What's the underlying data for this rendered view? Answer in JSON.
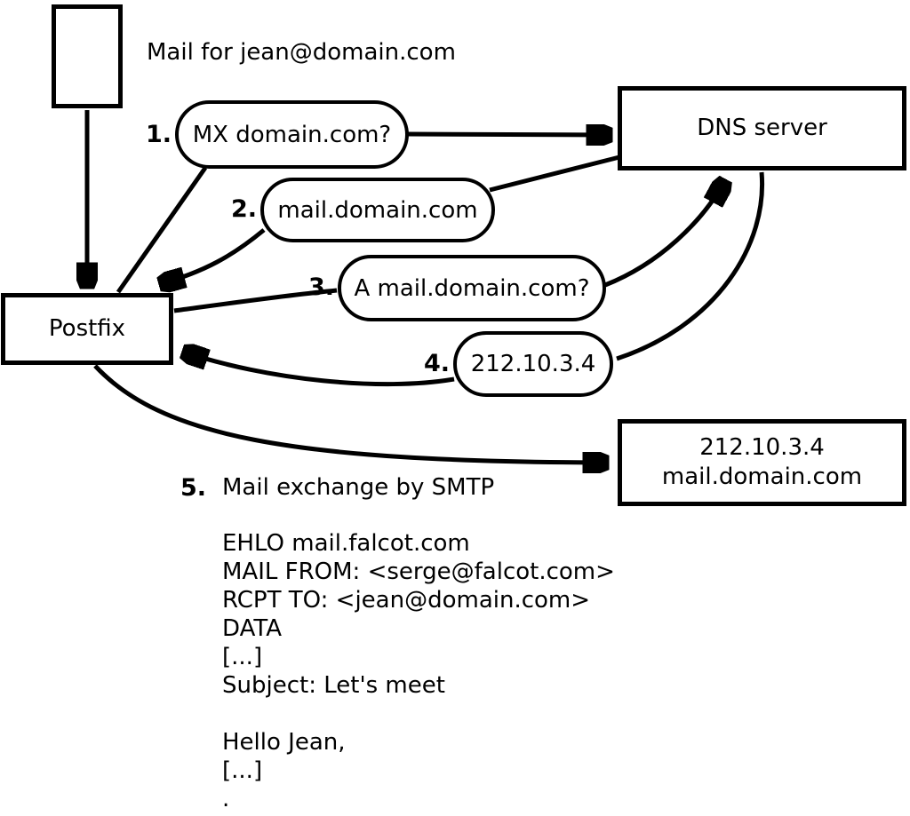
{
  "diagram": {
    "mail_label": "Mail for jean@domain.com",
    "nodes": {
      "postfix": "Postfix",
      "dns_server": "DNS server",
      "mail_server_line1": "212.10.3.4",
      "mail_server_line2": "mail.domain.com"
    },
    "steps": [
      {
        "num": "1.",
        "label": "MX domain.com?"
      },
      {
        "num": "2.",
        "label": "mail.domain.com"
      },
      {
        "num": "3.",
        "label": "A mail.domain.com?"
      },
      {
        "num": "4.",
        "label": "212.10.3.4"
      },
      {
        "num": "5.",
        "label": "Mail exchange by SMTP"
      }
    ],
    "smtp_session": "EHLO mail.falcot.com\nMAIL FROM: <serge@falcot.com>\nRCPT TO: <jean@domain.com>\nDATA\n[...]\nSubject: Let's meet\n\nHello Jean,\n[...]\n."
  },
  "colors": {
    "stroke": "#000000",
    "background": "#ffffff"
  }
}
